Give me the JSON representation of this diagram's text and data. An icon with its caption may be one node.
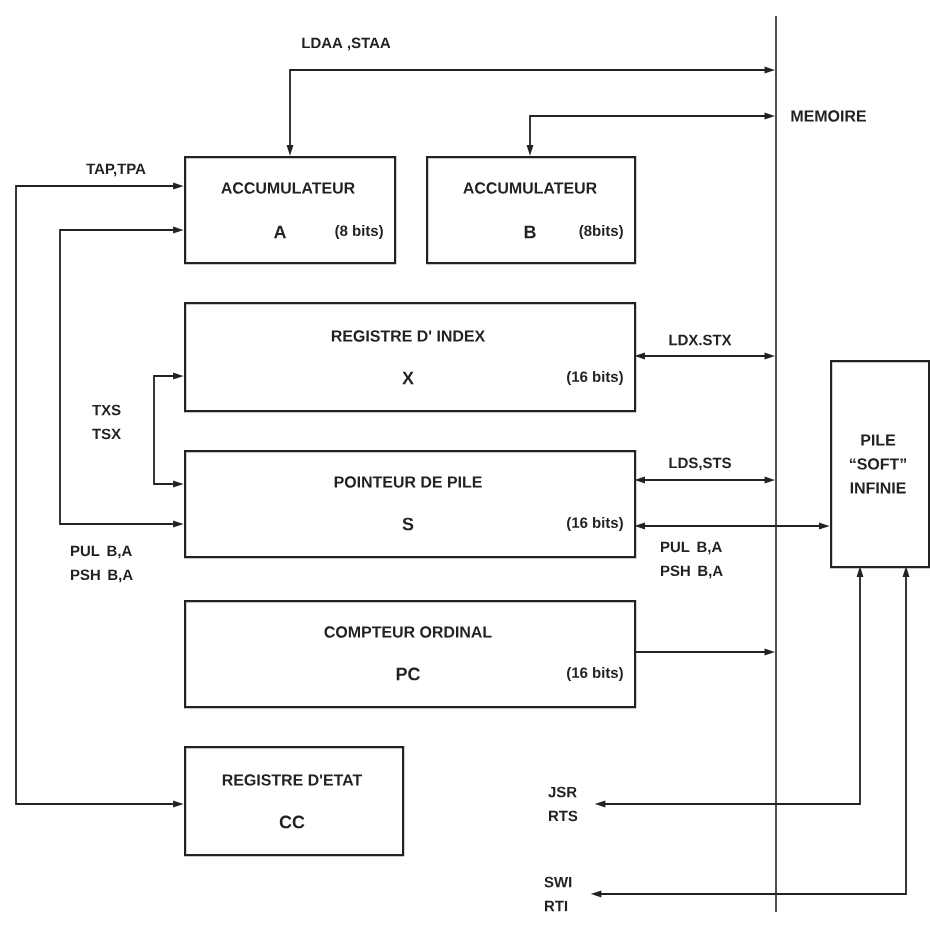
{
  "diagram": {
    "nodes": [
      {
        "text": [
          "ACCUMULATEUR",
          "A",
          "(8 bits)"
        ]
      },
      {
        "text": [
          "ACCUMULATEUR",
          "B",
          "(8bits)"
        ]
      },
      {
        "text": [
          "REGISTRE D' INDEX",
          "X",
          "(16 bits)"
        ]
      },
      {
        "text": [
          "POINTEUR DE PILE",
          "S",
          "(16 bits)"
        ]
      },
      {
        "text": [
          "COMPTEUR ORDINAL",
          "PC",
          "(16 bits)"
        ]
      },
      {
        "text": [
          "REGISTRE D'ETAT",
          "CC"
        ]
      },
      {
        "text": [],
        "shape": "bar",
        "beside": [
          "MEMOIRE"
        ]
      },
      {
        "text": [
          "PILE “SOFT” INFINIE"
        ]
      },
      {
        "text": [
          "JSR RTS"
        ]
      },
      {
        "text": [
          "SWI RTI"
        ]
      }
    ],
    "edges": [
      {
        "from": 0,
        "to": 6,
        "arrow": "both",
        "label": "LDAA ,STAA"
      },
      {
        "from": 6,
        "to": 1,
        "arrow": "both"
      },
      {
        "from": 5,
        "to": 0,
        "arrow": "both",
        "label": "TAP,TPA"
      },
      {
        "from": 0,
        "to": 3,
        "arrow": "both",
        "label": "PUL B,A PSH B,A"
      },
      {
        "from": 2,
        "to": 3,
        "arrow": "both",
        "label": "TXS TSX"
      },
      {
        "from": 2,
        "to": 6,
        "arrow": "both",
        "label": "LDX.STX"
      },
      {
        "from": 3,
        "to": 6,
        "arrow": "both",
        "label": "LDS,STS"
      },
      {
        "from": 3,
        "to": 7,
        "arrow": "both",
        "label": "PUL B,A PSH B,A"
      },
      {
        "from": 4,
        "to": 6,
        "arrow": "to"
      },
      {
        "from": 7,
        "to": 8,
        "arrow": "both"
      },
      {
        "from": 7,
        "to": 9,
        "arrow": "both"
      }
    ]
  }
}
